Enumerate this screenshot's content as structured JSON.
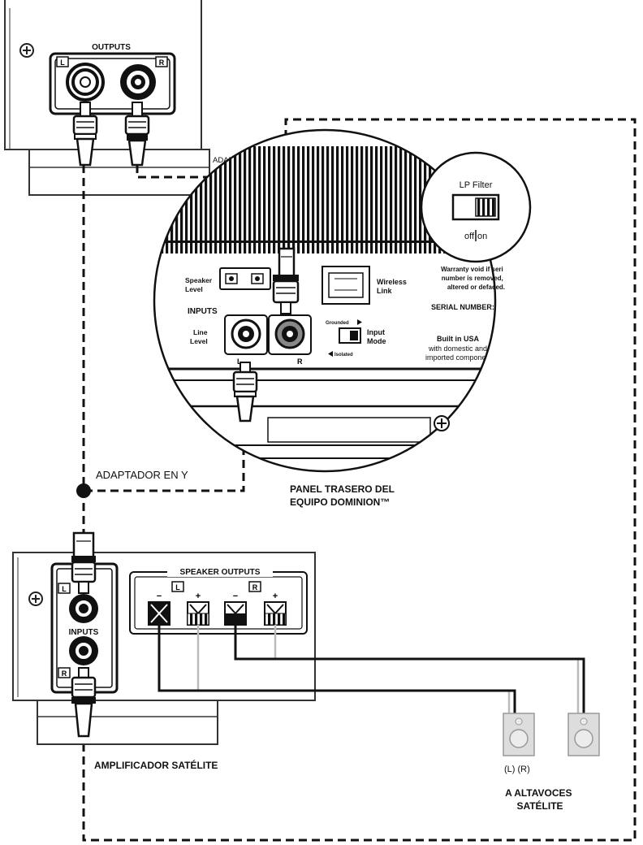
{
  "source_unit": {
    "outputs_label": "OUTPUTS",
    "left_tag": "L",
    "right_tag": "R"
  },
  "y_adapter_top": "ADAPTADOR EN Y",
  "y_adapter_bottom": "ADAPTADOR EN Y",
  "lp_filter": {
    "title": "LP Filter",
    "off": "off",
    "on": "on"
  },
  "panel": {
    "speaker_level": [
      "Speaker",
      "Level"
    ],
    "inputs": "INPUTS",
    "line_level": [
      "Line",
      "Level"
    ],
    "left": "L",
    "right": "R",
    "wireless_link": [
      "Wireless",
      "Link"
    ],
    "grounded": "Grounded",
    "isolated": "Isolated",
    "input_mode": [
      "Input",
      "Mode"
    ],
    "warranty": [
      "Warranty void if seri",
      "number is removed,",
      "altered or defaced."
    ],
    "serial_number": "SERIAL NUMBER:",
    "built_in": [
      "Built in USA",
      "with domestic and",
      "imported compone"
    ],
    "caption": [
      "PANEL TRASERO DEL",
      "EQUIPO DOMINION™"
    ]
  },
  "amplifier": {
    "speaker_outputs": "SPEAKER OUTPUTS",
    "left_tag": "L",
    "right_tag": "R",
    "minus": "−",
    "plus": "+",
    "inputs": "INPUTS",
    "caption": "AMPLIFICADOR SATÉLITE"
  },
  "speakers": {
    "labels": "(L) (R)",
    "caption": [
      "A ALTAVOCES",
      "SATÉLITE"
    ]
  }
}
